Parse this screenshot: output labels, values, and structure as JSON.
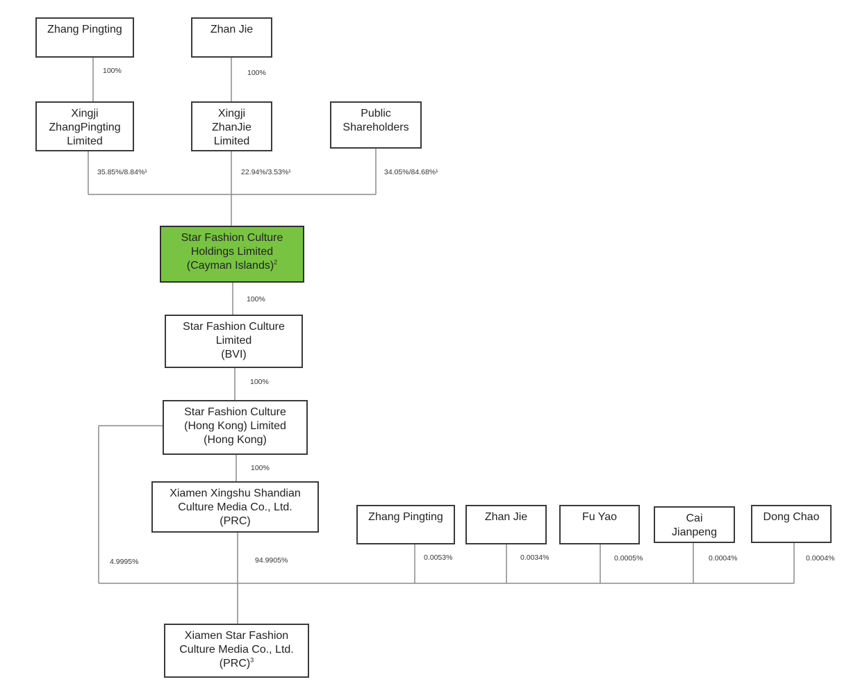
{
  "entities": {
    "zhang_pingting_top": "Zhang Pingting",
    "zhan_jie_top": "Zhan Jie",
    "xingji_zhangpingting": "Xingji\nZhangPingting\nLimited",
    "xingji_zhanjie": "Xingji\nZhanJie\nLimited",
    "public_shareholders": "Public\nShareholders",
    "cayman": "Star Fashion Culture\nHoldings Limited\n(Cayman Islands)",
    "cayman_note": "2",
    "bvi": "Star Fashion Culture\nLimited\n(BVI)",
    "hk": "Star Fashion Culture\n(Hong Kong) Limited\n(Hong Kong)",
    "xiamen_xingshu": "Xiamen Xingshu Shandian\nCulture Media Co., Ltd.\n(PRC)",
    "xiamen_star": "Xiamen Star Fashion\nCulture Media Co., Ltd.\n(PRC)",
    "xiamen_star_note": "3",
    "zhang_pingting_bottom": "Zhang Pingting",
    "zhan_jie_bottom": "Zhan Jie",
    "fu_yao": "Fu Yao",
    "cai_jianpeng": "Cai\nJianpeng",
    "dong_chao": "Dong Chao"
  },
  "ownership": {
    "zhang_to_xingji": "100%",
    "zhan_to_xingji": "100%",
    "xingji_zhang_to_cayman": "35.85%/8.84%¹",
    "xingji_zhan_to_cayman": "22.94%/3.53%¹",
    "public_to_cayman": "34.05%/84.68%¹",
    "cayman_to_bvi": "100%",
    "bvi_to_hk": "100%",
    "hk_to_xingshu": "100%",
    "hk_to_star": "4.9995%",
    "xingshu_to_star": "94.9905%",
    "zhang_to_star": "0.0053%",
    "zhan_to_star": "0.0034%",
    "fu_to_star": "0.0005%",
    "cai_to_star": "0.0004%",
    "dong_to_star": "0.0004%"
  },
  "colors": {
    "highlight": "#78c442",
    "line": "#8a8a8a",
    "border": "#3a3a3a"
  }
}
